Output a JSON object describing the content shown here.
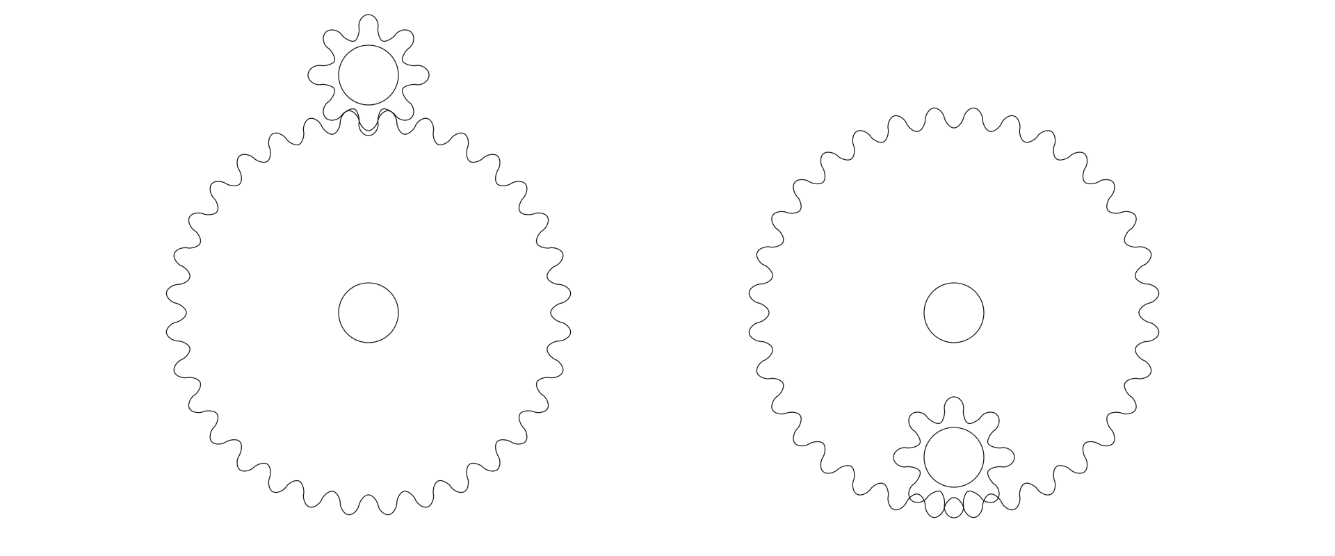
{
  "diagram": {
    "kind": "gear-pairs",
    "stroke_color": "#1a1a1a",
    "background_color": "#ffffff",
    "assemblies": [
      {
        "id": "assembly-left",
        "large_gear": {
          "teeth": 32
        },
        "pinion": {
          "teeth": 8,
          "placement": "top"
        }
      },
      {
        "id": "assembly-right",
        "large_gear": {
          "teeth": 32
        },
        "pinion": {
          "teeth": 8,
          "placement": "bottom"
        }
      }
    ]
  }
}
